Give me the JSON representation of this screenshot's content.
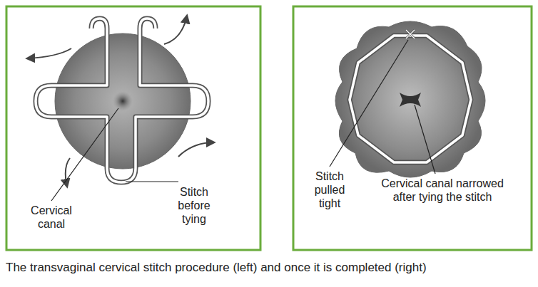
{
  "diagram": {
    "caption": "The transvaginal cervical stitch procedure (left) and once it is completed (right)",
    "labels": [
      "Cervical canal",
      "Stitch before tying",
      "Stitch pulled tight",
      "Cervical canal narrowed after tying the stitch"
    ]
  }
}
